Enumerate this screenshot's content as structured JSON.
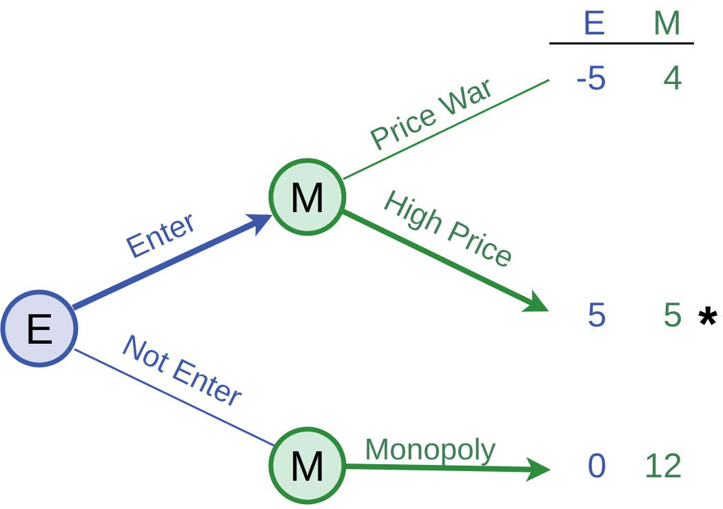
{
  "colors": {
    "entrant": "#3d58a8",
    "entrant_fill": "#d8dcef",
    "monopolist": "#2e8b3e",
    "monopolist_text": "#3f7f55",
    "monopolist_fill": "#d3ebda",
    "node_text": "#000000",
    "rule": "#000000"
  },
  "header": {
    "e": "E",
    "m": "M"
  },
  "nodes": {
    "root": "E",
    "after_enter": "M",
    "after_not_enter": "M"
  },
  "edges": {
    "enter": "Enter",
    "not_enter": "Not Enter",
    "price_war": "Price War",
    "high_price": "High Price",
    "monopoly": "Monopoly"
  },
  "payoffs": {
    "price_war": {
      "e": "-5",
      "m": "4"
    },
    "high_price": {
      "e": "5",
      "m": "5"
    },
    "monopoly": {
      "e": "0",
      "m": "12"
    }
  },
  "equilibrium_marker": "*"
}
